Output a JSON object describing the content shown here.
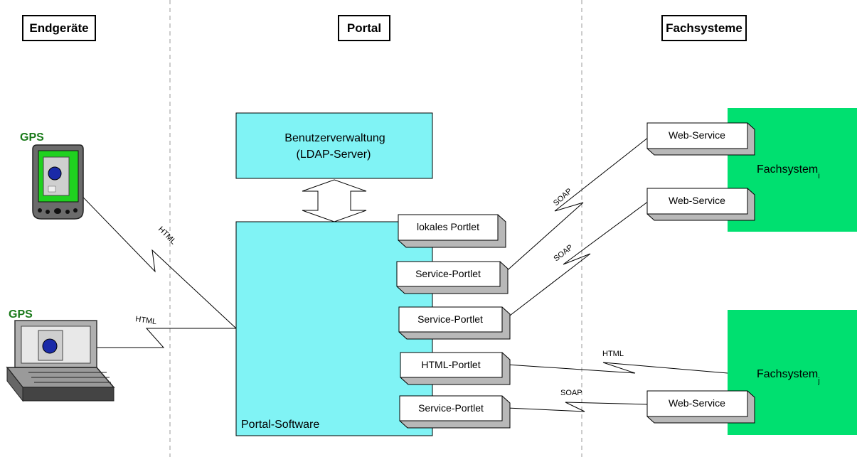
{
  "columns": {
    "endgeraete": "Endgeräte",
    "portal": "Portal",
    "fachsysteme": "Fachsysteme"
  },
  "devices": {
    "pda_gps": "GPS",
    "laptop_gps": "GPS"
  },
  "portal": {
    "user_mgmt_line1": "Benutzerverwaltung",
    "user_mgmt_line2": "(LDAP-Server)",
    "software_label": "Portal-Software",
    "portlets": [
      "lokales Portlet",
      "Service-Portlet",
      "Service-Portlet",
      "HTML-Portlet",
      "Service-Portlet"
    ]
  },
  "fachsysteme": {
    "system_i": "Fachsystem",
    "system_i_sub": "i",
    "system_j": "Fachsystem",
    "system_j_sub": "j",
    "web_services": [
      "Web-Service",
      "Web-Service",
      "Web-Service"
    ]
  },
  "connections": {
    "pda_html": "HTML",
    "laptop_html": "HTML",
    "soap_1": "SOAP",
    "soap_2": "SOAP",
    "html_fs": "HTML",
    "soap_3": "SOAP"
  },
  "colors": {
    "portal_fill": "#80F3F5",
    "fachsystem_fill": "#00E070",
    "gps_text": "#1A7A1A",
    "box_face": "#FFFFFF",
    "box_shade": "#B8B8B8"
  }
}
